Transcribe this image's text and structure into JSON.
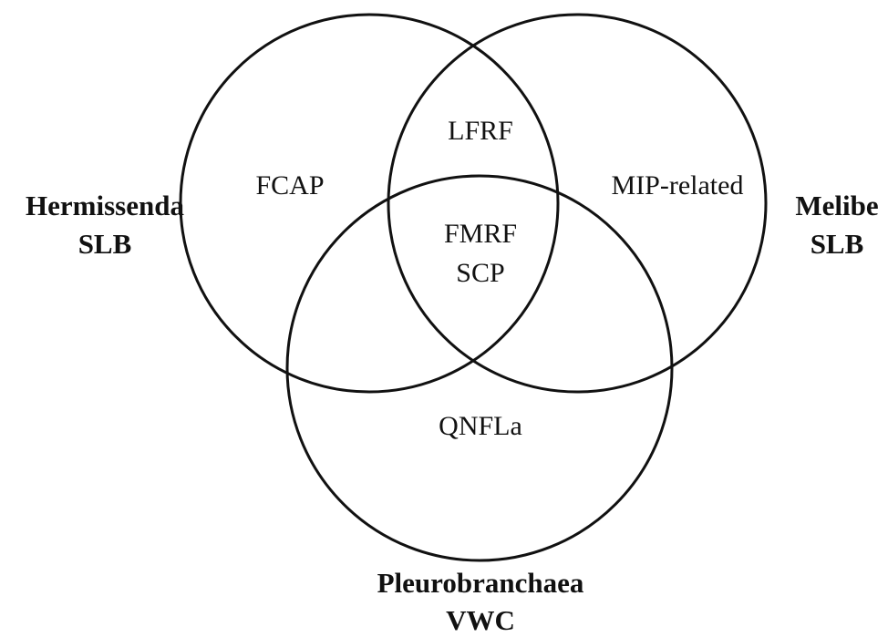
{
  "sets": {
    "hermissenda": {
      "line1": "Hermissenda",
      "line2": "SLB"
    },
    "melibe": {
      "line1": "Melibe",
      "line2": "SLB"
    },
    "pleurobranchaea": {
      "line1": "Pleurobranchaea",
      "line2": "VWC"
    }
  },
  "regions": {
    "hermissenda_only": "FCAP",
    "hermissenda_melibe": "LFRF",
    "melibe_only": "MIP-related",
    "all_three": {
      "line1": "FMRF",
      "line2": "SCP"
    },
    "pleurobranchaea_only": "QNFLa"
  },
  "colors": {
    "stroke": "#111111",
    "background": "#ffffff"
  }
}
